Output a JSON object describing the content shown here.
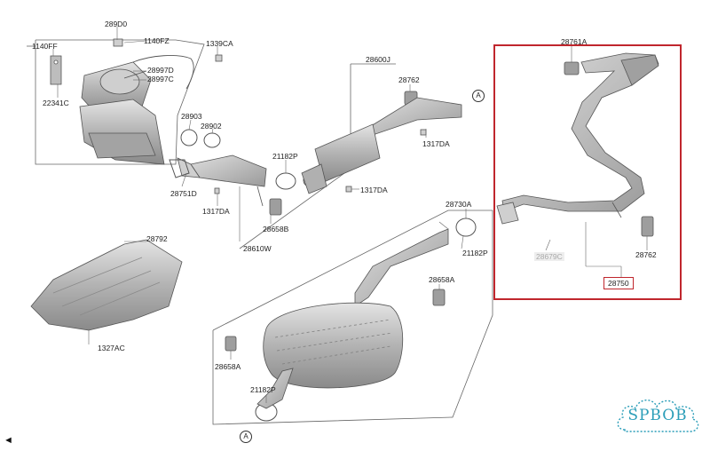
{
  "labels": {
    "l28900": "289D0",
    "l1140ff": "1140FF",
    "l1140fz": "1140FZ",
    "l1339ca": "1339CA",
    "l28997d": "28997D",
    "l28997c": "28997C",
    "l22341c": "22341C",
    "l28903": "28903",
    "l28902": "28902",
    "l28751d": "28751D",
    "l1317da_a": "1317DA",
    "l21182p_a": "21182P",
    "l28658b": "28658B",
    "l28610w": "28610W",
    "l28600j": "28600J",
    "l28762_a": "28762",
    "l1317da_b": "1317DA",
    "l1317da_c": "1317DA",
    "l28792": "28792",
    "l1327ac": "1327AC",
    "l28730a": "28730A",
    "l21182p_b": "21182P",
    "l28658a_a": "28658A",
    "l28658a_b": "28658A",
    "l21182p_c": "21182P",
    "l28761a": "28761A",
    "l28679c": "28679C",
    "l28762_b": "28762",
    "l28750": "28750"
  },
  "connector_mark": "A",
  "watermark": "SPBOB",
  "nav_glyph": "◄",
  "colors": {
    "highlight": "#c0262d",
    "watermark": "#2a9db8",
    "part_fill": "#b9b9b9",
    "part_stroke": "#555555"
  }
}
